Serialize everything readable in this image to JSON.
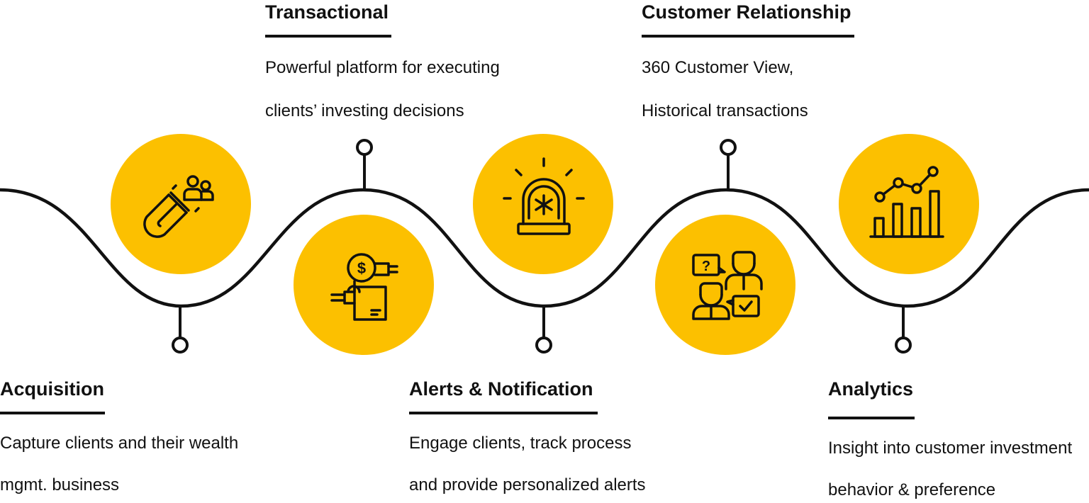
{
  "colors": {
    "accent": "#FCC000",
    "ink": "#111111",
    "background": "#ffffff"
  },
  "stages": {
    "transactional": {
      "title": "Transactional",
      "line1": "Powerful platform for executing",
      "line2": "clients’ investing decisions",
      "icon": "handshake-coin-icon"
    },
    "customer_relationship": {
      "title": "Customer Relationship",
      "line1": "360 Customer View,",
      "line2": "Historical transactions",
      "icon": "customer-conversation-icon"
    },
    "acquisition": {
      "title": "Acquisition",
      "line1": "Capture clients and their wealth",
      "line2": "mgmt. business",
      "icon": "magnet-people-icon"
    },
    "alerts": {
      "title": "Alerts & Notification",
      "line1": "Engage clients, track process",
      "line2": "and provide personalized alerts",
      "icon": "siren-alarm-icon"
    },
    "analytics": {
      "title": "Analytics",
      "line1": "Insight into customer investment",
      "line2": "behavior & preference",
      "icon": "bar-chart-trend-icon"
    }
  }
}
